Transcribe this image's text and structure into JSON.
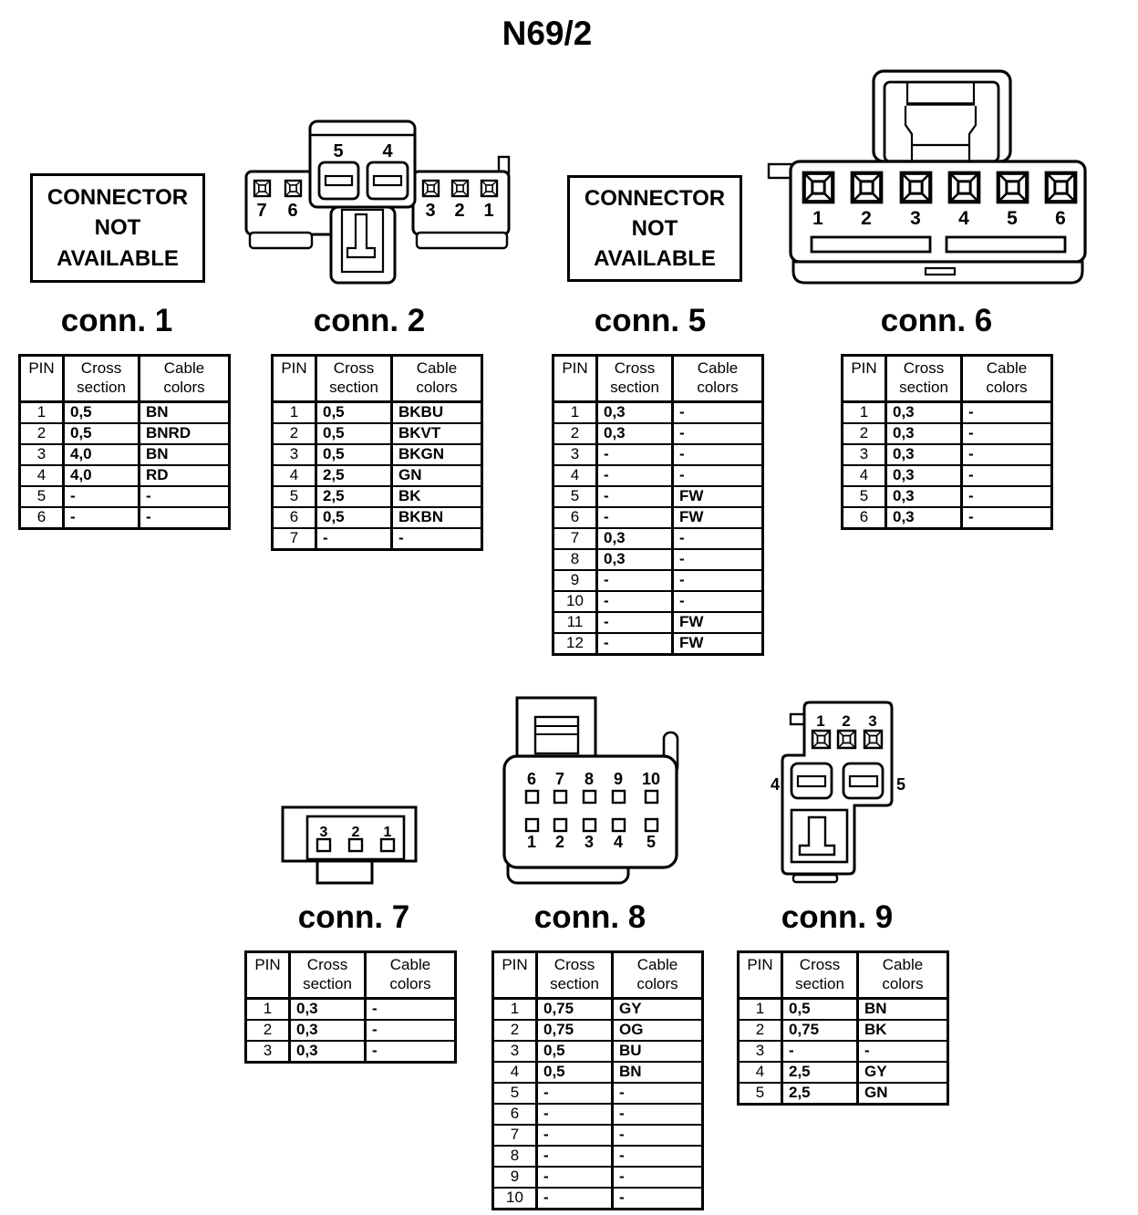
{
  "title": "N69/2",
  "not_available": "CONNECTOR NOT AVAILABLE",
  "headers": {
    "pin": "PIN",
    "cross": "Cross section",
    "cable": "Cable colors"
  },
  "connectors": {
    "c1": {
      "label": "conn. 1",
      "rows": [
        [
          "1",
          "0,5",
          "BN"
        ],
        [
          "2",
          "0,5",
          "BNRD"
        ],
        [
          "3",
          "4,0",
          "BN"
        ],
        [
          "4",
          "4,0",
          "RD"
        ],
        [
          "5",
          "-",
          "-"
        ],
        [
          "6",
          "-",
          "-"
        ]
      ]
    },
    "c2": {
      "label": "conn. 2",
      "pins": {
        "top": [
          "5",
          "4"
        ],
        "left": [
          "7",
          "6"
        ],
        "right": [
          "3",
          "2",
          "1"
        ]
      },
      "rows": [
        [
          "1",
          "0,5",
          "BKBU"
        ],
        [
          "2",
          "0,5",
          "BKVT"
        ],
        [
          "3",
          "0,5",
          "BKGN"
        ],
        [
          "4",
          "2,5",
          "GN"
        ],
        [
          "5",
          "2,5",
          "BK"
        ],
        [
          "6",
          "0,5",
          "BKBN"
        ],
        [
          "7",
          "-",
          "-"
        ]
      ]
    },
    "c5": {
      "label": "conn. 5",
      "rows": [
        [
          "1",
          "0,3",
          "-"
        ],
        [
          "2",
          "0,3",
          "-"
        ],
        [
          "3",
          "-",
          "-"
        ],
        [
          "4",
          "-",
          "-"
        ],
        [
          "5",
          "-",
          "FW"
        ],
        [
          "6",
          "-",
          "FW"
        ],
        [
          "7",
          "0,3",
          "-"
        ],
        [
          "8",
          "0,3",
          "-"
        ],
        [
          "9",
          "-",
          "-"
        ],
        [
          "10",
          "-",
          "-"
        ],
        [
          "11",
          "-",
          "FW"
        ],
        [
          "12",
          "-",
          "FW"
        ]
      ]
    },
    "c6": {
      "label": "conn. 6",
      "pins": [
        "1",
        "2",
        "3",
        "4",
        "5",
        "6"
      ],
      "rows": [
        [
          "1",
          "0,3",
          "-"
        ],
        [
          "2",
          "0,3",
          "-"
        ],
        [
          "3",
          "0,3",
          "-"
        ],
        [
          "4",
          "0,3",
          "-"
        ],
        [
          "5",
          "0,3",
          "-"
        ],
        [
          "6",
          "0,3",
          "-"
        ]
      ]
    },
    "c7": {
      "label": "conn. 7",
      "pins": [
        "3",
        "2",
        "1"
      ],
      "rows": [
        [
          "1",
          "0,3",
          "-"
        ],
        [
          "2",
          "0,3",
          "-"
        ],
        [
          "3",
          "0,3",
          "-"
        ]
      ]
    },
    "c8": {
      "label": "conn. 8",
      "pins_top": [
        "6",
        "7",
        "8",
        "9",
        "10"
      ],
      "pins_bottom": [
        "1",
        "2",
        "3",
        "4",
        "5"
      ],
      "rows": [
        [
          "1",
          "0,75",
          "GY"
        ],
        [
          "2",
          "0,75",
          "OG"
        ],
        [
          "3",
          "0,5",
          "BU"
        ],
        [
          "4",
          "0,5",
          "BN"
        ],
        [
          "5",
          "-",
          "-"
        ],
        [
          "6",
          "-",
          "-"
        ],
        [
          "7",
          "-",
          "-"
        ],
        [
          "8",
          "-",
          "-"
        ],
        [
          "9",
          "-",
          "-"
        ],
        [
          "10",
          "-",
          "-"
        ]
      ]
    },
    "c9": {
      "label": "conn. 9",
      "pins_top": [
        "1",
        "2",
        "3"
      ],
      "pin_left": "4",
      "pin_right": "5",
      "rows": [
        [
          "1",
          "0,5",
          "BN"
        ],
        [
          "2",
          "0,75",
          "BK"
        ],
        [
          "3",
          "-",
          "-"
        ],
        [
          "4",
          "2,5",
          "GY"
        ],
        [
          "5",
          "2,5",
          "GN"
        ]
      ]
    }
  }
}
